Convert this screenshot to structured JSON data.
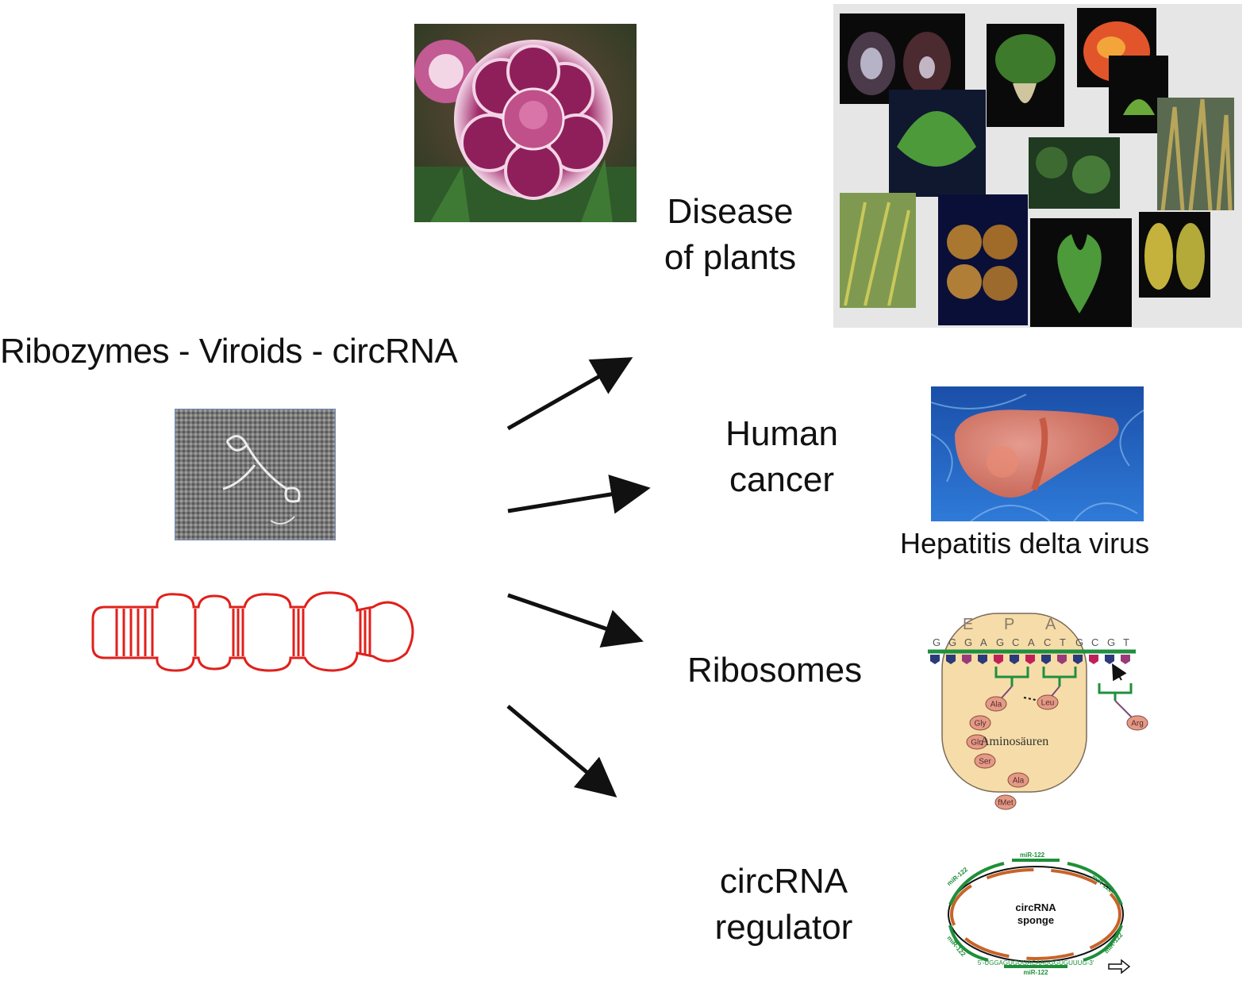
{
  "title": "Ribozymes - Viroids - circRNA",
  "outcomes": {
    "plants": {
      "line1": "Disease",
      "line2": "of plants"
    },
    "cancer": {
      "line1": "Human",
      "line2": "cancer",
      "caption": "Hepatitis delta virus"
    },
    "ribosomes": {
      "label": "Ribosomes",
      "sites": [
        "E",
        "P",
        "A"
      ],
      "sequence": [
        "G",
        "G",
        "G",
        "A",
        "G",
        "C",
        "A",
        "C",
        "T",
        "G",
        "C",
        "G",
        "T"
      ],
      "amino_acids": [
        "Ala",
        "Leu",
        "Gly",
        "Gln",
        "Ser",
        "Ala",
        "fMet",
        "Arg"
      ],
      "chain_label": "Aminosäuren"
    },
    "circrna": {
      "line1": "circRNA",
      "line2": "regulator",
      "center_line1": "circRNA",
      "center_line2": "sponge",
      "mir": "miR-122",
      "seq": "5'-UGGAGUGUGACAAUGGUGUUUG-3'"
    }
  },
  "colors": {
    "arrow": "#111111",
    "viroid": "#e0201b",
    "mirna": "#1e8f3a",
    "sponge": "#c8642a",
    "ribosome": "#f6dca8",
    "mrna": "#1f8f3f"
  }
}
